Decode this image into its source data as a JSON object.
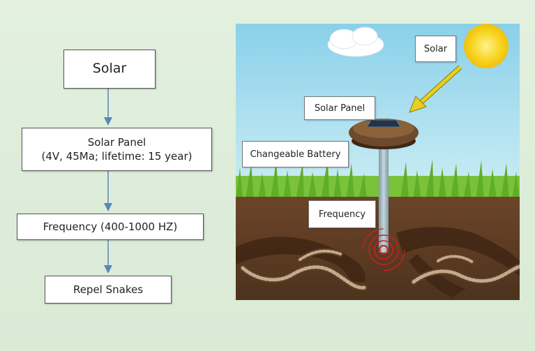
{
  "flowchart": {
    "steps": [
      {
        "text": "Solar"
      },
      {
        "text": "Solar Panel\n(4V, 45Ma; lifetime: 15 year)"
      },
      {
        "text": "Frequency (400-1000 HZ)"
      },
      {
        "text": "Repel Snakes"
      }
    ],
    "arrow_color": "#5b87b8"
  },
  "illustration": {
    "labels": {
      "solar": "Solar",
      "solar_panel": "Solar Panel",
      "battery": "Changeable Battery",
      "frequency": "Frequency"
    },
    "colors": {
      "sky": "#8fd0e8",
      "grass": "#7cc43c",
      "soil": "#5a3a22",
      "sun": "#f6d21a",
      "arrow": "#e6d020",
      "wave": "#d11f1f"
    }
  }
}
